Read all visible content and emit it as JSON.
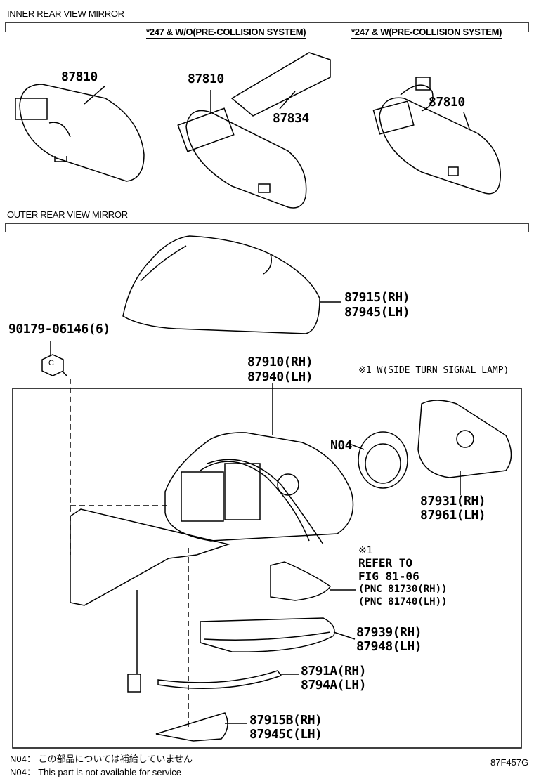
{
  "sections": {
    "inner": "INNER REAR VIEW MIRROR",
    "outer": "OUTER REAR VIEW MIRROR"
  },
  "notes": {
    "wo_pcs": "*247 & W/O(PRE-COLLISION SYSTEM)",
    "w_pcs": "*247 & W(PRE-COLLISION SYSTEM)",
    "side_turn": "※1 W(SIDE TURN SIGNAL LAMP)"
  },
  "parts": {
    "inner_1": "87810",
    "inner_2": "87810",
    "inner_bracket": "87834",
    "inner_3": "87810",
    "cover_rh": "87915(RH)",
    "cover_lh": "87945(LH)",
    "nut": "90179-06146(6)",
    "nut_symbol": "C",
    "assy_rh": "87910(RH)",
    "assy_lh": "87940(LH)",
    "n04": "N04",
    "mirror_rh": "87931(RH)",
    "mirror_lh": "87961(LH)",
    "lamp_ref": [
      "※1",
      "REFER TO",
      "FIG 81-06",
      "(PNC 81730(RH))",
      "(PNC 81740(LH))"
    ],
    "cover2_rh": "87939(RH)",
    "cover2_lh": "87948(LH)",
    "garnish_rh": "8791A(RH)",
    "garnish_lh": "8794A(LH)",
    "cap_rh": "87915B(RH)",
    "cap_lh": "87945C(LH)"
  },
  "footer": {
    "note_jp": "N04： この部品については補給していません",
    "note_en": "N04： This part is not available for service",
    "figure_code": "87F457G"
  }
}
